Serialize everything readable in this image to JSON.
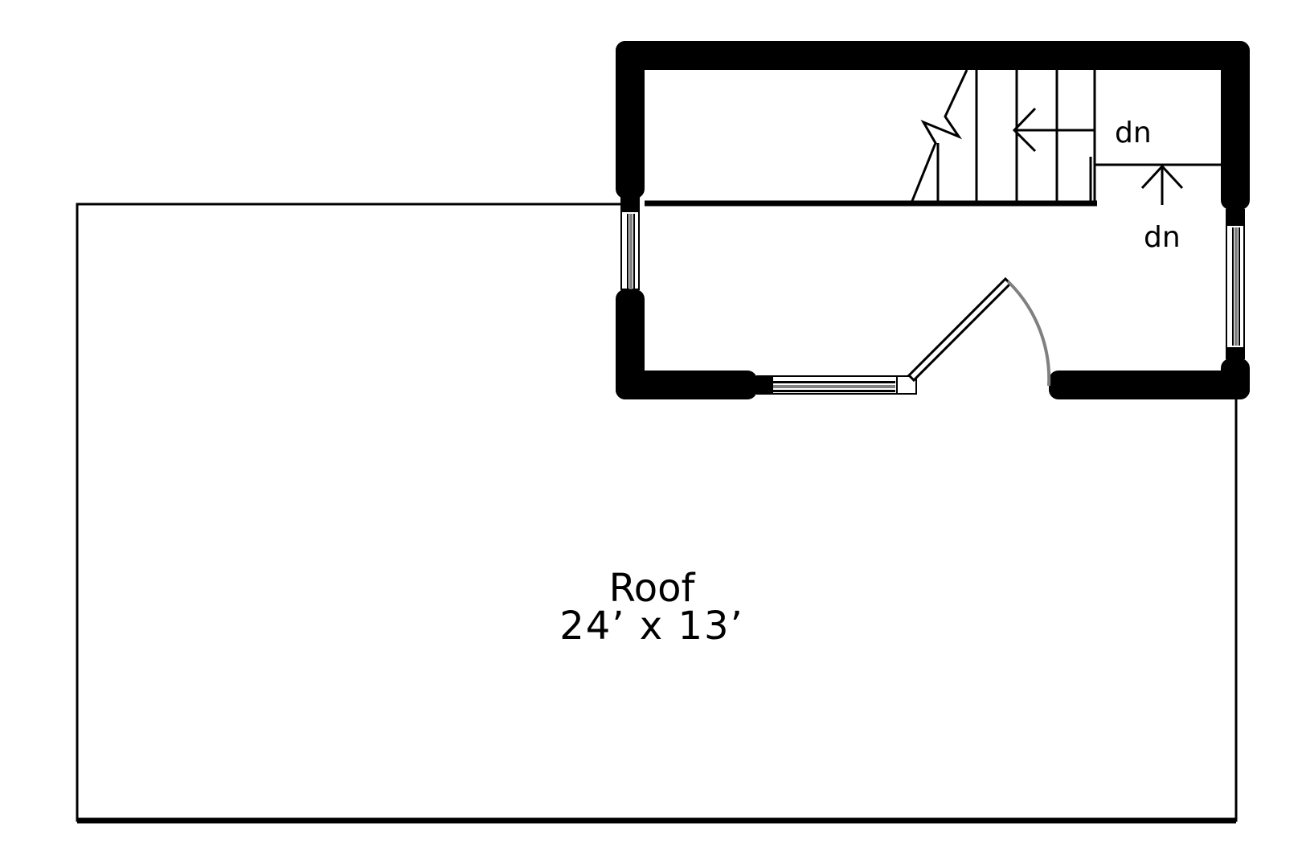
{
  "floor_plan": {
    "roof": {
      "name": "Roof",
      "dimensions": "24’ x 13’"
    },
    "stair_labels": {
      "upper": "dn",
      "lower": "dn"
    }
  },
  "colors": {
    "wall": "#000000",
    "door_swing": "#808080",
    "window_glass": "#808080",
    "background": "#ffffff"
  }
}
